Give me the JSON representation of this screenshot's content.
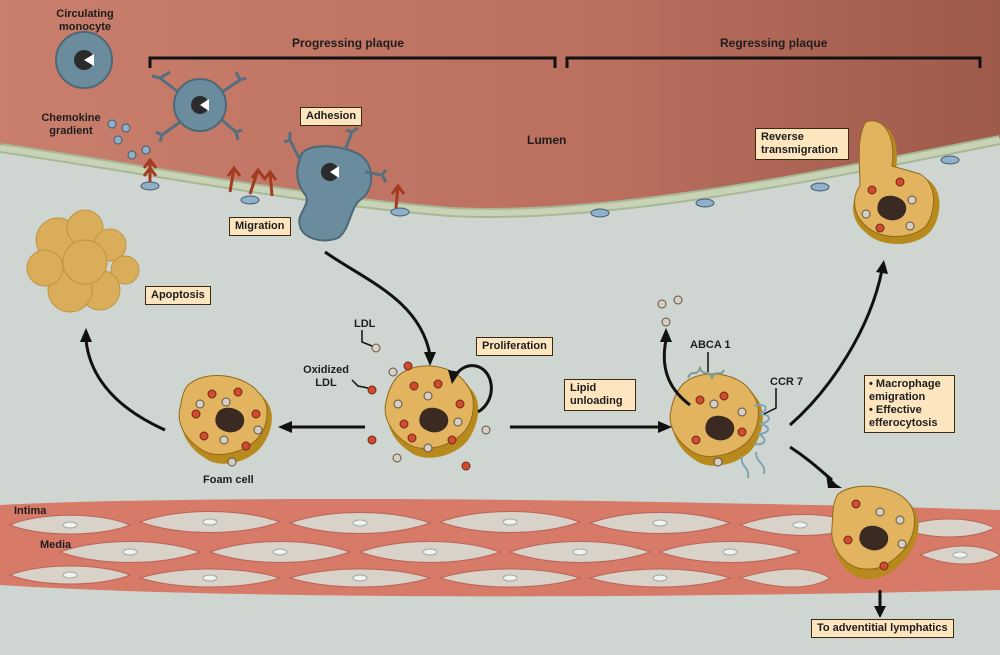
{
  "headers": {
    "progressing": "Progressing plaque",
    "regressing": "Regressing plaque"
  },
  "labels": {
    "circulating_monocyte": "Circulating monocyte",
    "chemokine_gradient": "Chemokine gradient",
    "lumen": "Lumen",
    "ldl": "LDL",
    "oxidized_ldl": "Oxidized LDL",
    "foam_cell": "Foam cell",
    "abca1": "ABCA 1",
    "ccr7": "CCR 7",
    "intima": "Intima",
    "media": "Media"
  },
  "boxes": {
    "adhesion": "Adhesion",
    "migration": "Migration",
    "apoptosis": "Apoptosis",
    "proliferation": "Proliferation",
    "lipid_unloading": "Lipid unloading",
    "reverse_transmigration": "Reverse transmigration",
    "emigration_items": [
      "Macrophage emigration",
      "Effective efferocytosis"
    ],
    "lymphatics": "To adventitial lymphatics"
  },
  "colors": {
    "lumen": "#bf7565",
    "intima": "#cfd6d2",
    "media": "#d77a68",
    "cell_body": "#e2b45f",
    "cell_shadow": "#b88a1e",
    "monocyte": "#6b8c9c",
    "label_box": "#fde5bf"
  }
}
